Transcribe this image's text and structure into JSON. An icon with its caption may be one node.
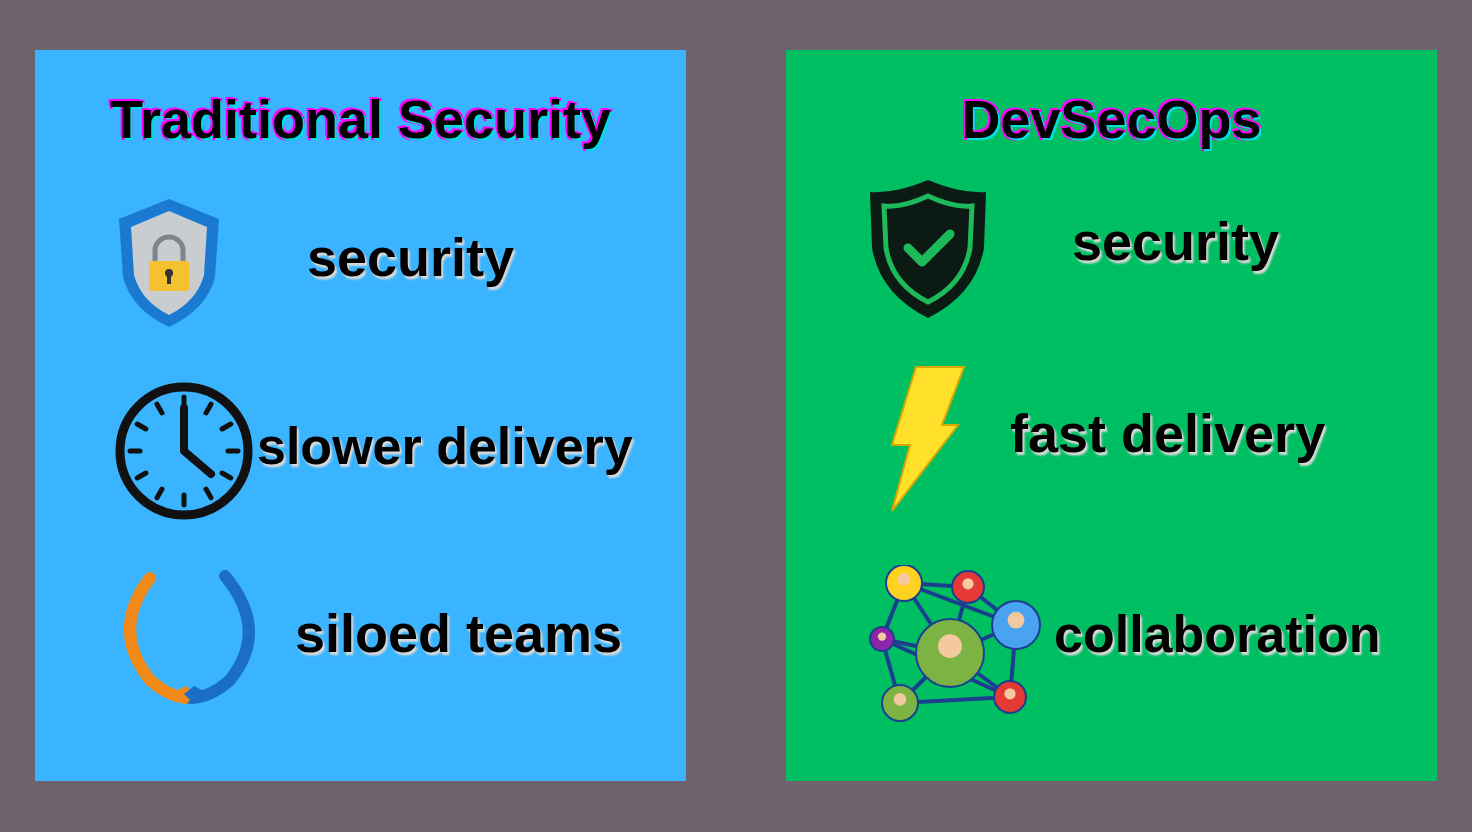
{
  "diagram": {
    "nodes": [
      {
        "text": [
          "Traditional Security"
        ]
      },
      {
        "text": [
          "DevSecOps"
        ]
      }
    ],
    "edges": [],
    "labels": [
      "security",
      "slower delivery",
      "siloed teams",
      "security",
      "fast delivery",
      "collaboration"
    ]
  }
}
